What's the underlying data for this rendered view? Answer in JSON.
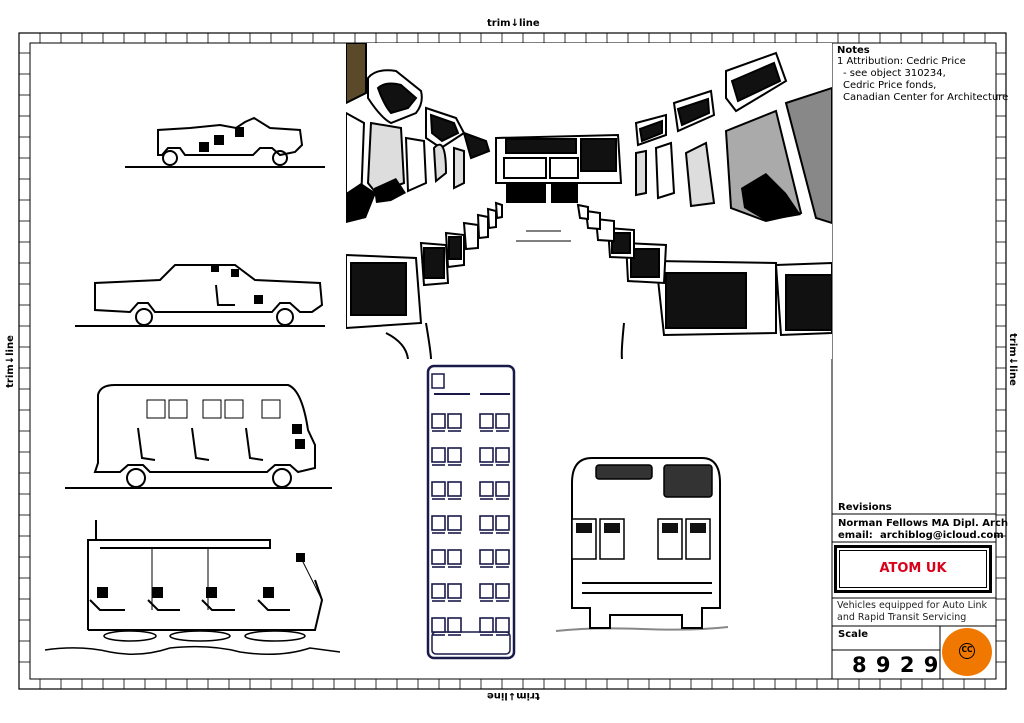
{
  "trim": {
    "label_top": "trim",
    "label_top_b": "line",
    "label_bottom": "trim",
    "label_bottom_b": "line",
    "label_left": "trim",
    "label_left_b": "line",
    "label_right": "trim",
    "label_right_b": "line"
  },
  "notes": {
    "title": "Notes",
    "lines": [
      "1 Attribution: Cedric Price",
      "  - see object 310234,",
      "  Cedric Price  fonds,",
      " Canadian Center for Architecture"
    ]
  },
  "title_block": {
    "revisions_label": "Revisions",
    "author": "Norman Fellows  MA Dipl. Arch",
    "email_label": "email:",
    "email": "archiblog@icloud.com",
    "project": "ATOM UK",
    "description_line1": "Vehicles equipped for Auto Link",
    "description_line2": "and Rapid Transit Servicing",
    "scale_label": "Scale",
    "drawing_number": "8 9 2 9",
    "cc_badge": "CC",
    "accent_color": "#d8001a",
    "badge_color": "#f07800"
  },
  "icons": {
    "trim_arrow": "down-arrow-icon",
    "badge": "creative-commons-icon"
  }
}
